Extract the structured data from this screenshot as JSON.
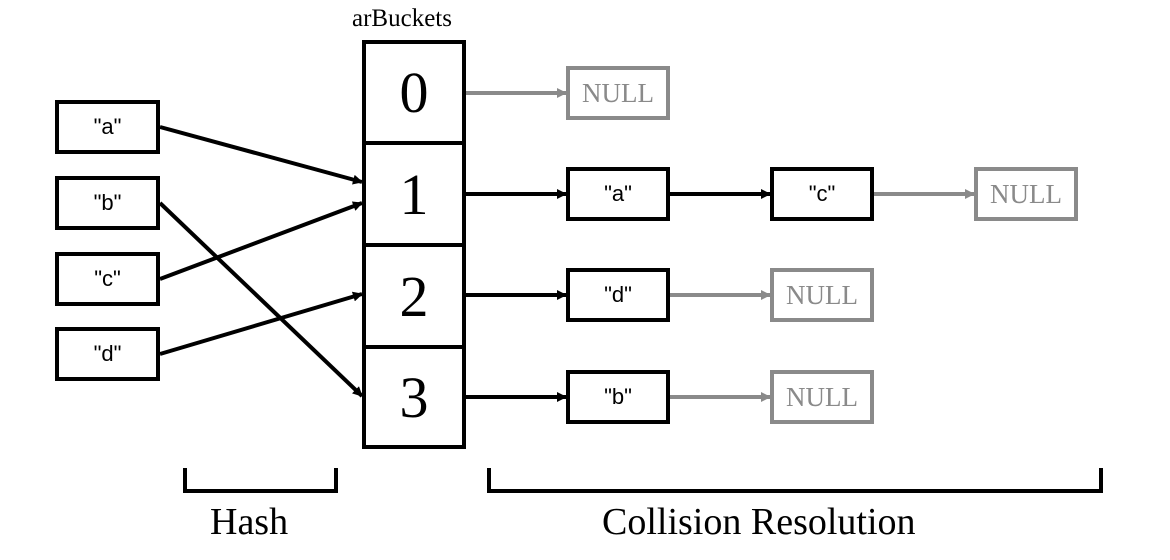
{
  "title": "arBuckets",
  "input_keys": [
    "\"a\"",
    "\"b\"",
    "\"c\"",
    "\"d\""
  ],
  "buckets": [
    "0",
    "1",
    "2",
    "3"
  ],
  "hash_map": [
    {
      "key": "\"a\"",
      "bucket": "1"
    },
    {
      "key": "\"b\"",
      "bucket": "3"
    },
    {
      "key": "\"c\"",
      "bucket": "1"
    },
    {
      "key": "\"d\"",
      "bucket": "2"
    }
  ],
  "chains": [
    {
      "bucket": "0",
      "nodes": [],
      "terminator": "NULL"
    },
    {
      "bucket": "1",
      "nodes": [
        "\"a\"",
        "\"c\""
      ],
      "terminator": "NULL"
    },
    {
      "bucket": "2",
      "nodes": [
        "\"d\""
      ],
      "terminator": "NULL"
    },
    {
      "bucket": "3",
      "nodes": [
        "\"b\""
      ],
      "terminator": "NULL"
    }
  ],
  "section_labels": {
    "hash": "Hash",
    "collision": "Collision Resolution"
  },
  "colors": {
    "primary": "#000000",
    "null": "#8a8a8a"
  }
}
